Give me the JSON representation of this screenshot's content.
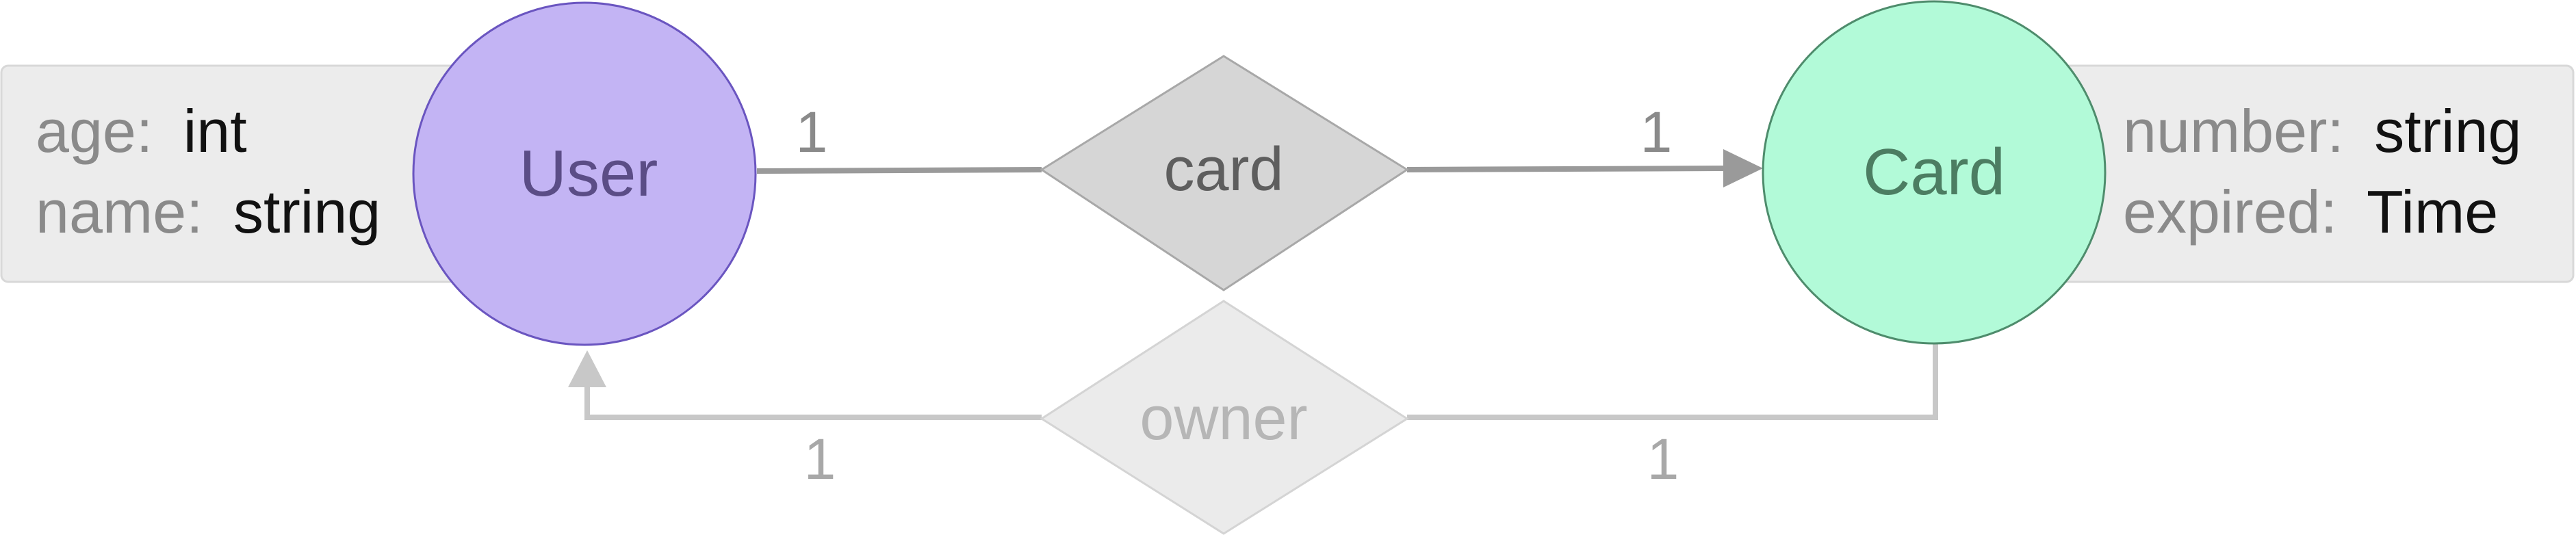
{
  "entities": {
    "user": {
      "name": "User",
      "fill": "#c3b4f4",
      "stroke": "#6a55c0",
      "label_color": "#5b4d86",
      "fields": [
        {
          "key": "age:",
          "type": "int"
        },
        {
          "key": "name:",
          "type": "string"
        }
      ]
    },
    "card": {
      "name": "Card",
      "fill": "#b2fad8",
      "stroke": "#4e8c6c",
      "label_color": "#4c7d62",
      "fields": [
        {
          "key": "number:",
          "type": "string"
        },
        {
          "key": "expired:",
          "type": "Time"
        }
      ]
    }
  },
  "relations": {
    "card": {
      "label": "card",
      "fill": "#d6d6d6",
      "line_color": "#9a9a9a",
      "label_color": "#5e5e5e",
      "cardinality_from": "1",
      "cardinality_to": "1"
    },
    "owner": {
      "label": "owner",
      "fill": "#ebebeb",
      "line_color": "#c8c8c8",
      "label_color": "#b6b6b6",
      "cardinality_from": "1",
      "cardinality_to": "1"
    }
  },
  "colors": {
    "field_box_fill": "#ececec",
    "field_box_stroke": "#d8d8d8",
    "field_key": "#8a8a8a",
    "field_type": "#111111"
  }
}
